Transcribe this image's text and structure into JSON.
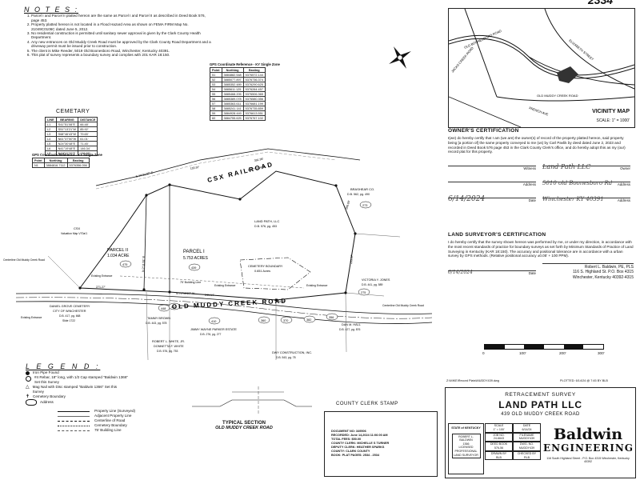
{
  "sheet_number": "2334",
  "notes": {
    "title": "N O T E S :",
    "items": [
      "Parcel I and Parcel II platted hereon are the same as Parcel I and Parcel II as described in Deed Book 576, page 453.",
      "Property platted hereon is not located in a Flood Hazard Area as shown on FEMA FIRM Map No. 21049C0106C dated June 5, 2012.",
      "No residential construction is permitted until sanitary sewer approval is given by the Clark County Health Department.",
      "Any new entrances on Old Muddy Creek Road must be approved by the Clark County Road Department and a driveway permit must be issued prior to construction.",
      "The client is Mike Reeder, 5019 Old Boonesboro Road, Winchester, Kentucky 40391.",
      "This plat of survey represents a boundary survey and complies with 201 KAR 18:150."
    ]
  },
  "cemetery": {
    "title": "CEMETARY",
    "headers": [
      "LINE",
      "BEARING",
      "DISTANCE"
    ],
    "rows": [
      [
        "L1",
        "S41°51'08\"E",
        "66.48'"
      ],
      [
        "L2",
        "S51°13'21\"W",
        "85.92'"
      ],
      [
        "L3",
        "S68°46'43\"W",
        "79.65'"
      ],
      [
        "L4",
        "N61°37'50\"W",
        "61.01'"
      ],
      [
        "L5",
        "N24°30'48\"E",
        "71.45'"
      ],
      [
        "L6",
        "N41°19'48\"E",
        "146.34'"
      ],
      [
        "L7",
        "N44°41'26\"E",
        "136.88'"
      ]
    ]
  },
  "gps_left": {
    "title": "GPS Coordinate Reference - KY Single Zone",
    "headers": [
      "Point",
      "Northing",
      "Easting"
    ],
    "rows": [
      [
        "N1",
        "3884816.7112",
        "5376356.056"
      ]
    ]
  },
  "gps_right": {
    "title": "GPS Coordinate Reference - KY Single Zone",
    "headers": [
      "Point",
      "Northing",
      "Easting"
    ],
    "rows": [
      [
        "51",
        "3884882.548",
        "5376572.144"
      ],
      [
        "52",
        "3885077.897",
        "5376736.374"
      ],
      [
        "53",
        "3885352.489",
        "5376290.625"
      ],
      [
        "54",
        "3885611.125",
        "5376284.457"
      ],
      [
        "55",
        "3885468.205",
        "5376506.365"
      ],
      [
        "56",
        "3885389.078",
        "5376580.356"
      ],
      [
        "57",
        "3885363.611",
        "5376681.199"
      ],
      [
        "58",
        "3885241.141",
        "5376735.859"
      ],
      [
        "59",
        "3884928.449",
        "5376613.551"
      ],
      [
        "60",
        "3884755.625",
        "5376767.102"
      ]
    ]
  },
  "map": {
    "railroad": "CSX RAILROAD",
    "road": "OLD MUDDY CREEK ROAD",
    "parcel1": "PARCEL I",
    "parcel1_area": "5.753 ACRES",
    "parcel2": "PARCEL II",
    "parcel2_area": "1.034 ACRE",
    "cemetery_boundary": "CEMETERY BOUNDARY",
    "cemetery_area": "0.651 Acres",
    "building_line": "75' Building Line",
    "owner_main": "LAND PATH, LLC",
    "owner_main_deed": "D.B. 576, pg. 453",
    "brashear": "BRASHEAR CO.",
    "brashear_deed": "D.B. 562, pg. 490",
    "brashear_id": "273",
    "csx": "CSX",
    "csx_sub": "Valuation Map V70a/1",
    "vestana": "VICTORIA Y. JONES",
    "vestana_deed": "D.B. 441, pg. 589",
    "vestana_id": "275",
    "danny": "DANIEL GROVE CEMETERY",
    "danny2": "CITY OF WINCHESTER",
    "danny_deed": "D.B. 417, pg. 668",
    "danny_slide": "Slide 1722",
    "tammy": "TAMMY BROWN",
    "tammy_deed": "D.B. 443, pg. 578",
    "tammy_id": "448",
    "robert": "ROBERT L. WHITE, JR.",
    "robert2": "DONNETTA F. WHITE",
    "robert_deed": "D.B. 576, pg. 753",
    "robert_id": "434",
    "jimmy": "JIMMY WAYNE PARKER ESTATE",
    "jimmy_deed": "D.B. 276, pg. 277",
    "jimmy_id": "360",
    "dan": "DAN M. HALL",
    "dan_deed": "D.B. 427, pg. 876",
    "dan_id": "356",
    "dwy": "DWY CONSTRUCTION, INC.",
    "dwy_deed": "D.B. 543, pg. 78",
    "id_410": "410",
    "id_370": "370",
    "id_382": "382",
    "id_439": "439",
    "id_475": "475",
    "centerline_left": "Centerline Old Muddy Creek Road",
    "centerline_right": "Centerline Old Muddy Creek Road",
    "entrance": "Existing Entrance",
    "dist1": "155.97'",
    "dist2": "391.99'",
    "dist3": "271.27'",
    "dist4": "241.14'",
    "dist5": "474.85'",
    "dist6": "233.57'",
    "dist7": "298.08'",
    "bearing1": "S 47°21'37\" E",
    "bearing2": "S 57°43'34\" E",
    "bearing3": "N 70°13'27\" W",
    "bearing4": "N 2°11'31\" E",
    "typical_title": "TYPICAL SECTION",
    "typical_sub": "OLD MUDDY CREEK ROAD"
  },
  "legend": {
    "title": "L E G E N D :",
    "items": [
      "Iron Pipe Found",
      "#4 Rebar, 18\" long, with 1/2 Cap stamped \"Baldwin 1366\" Set this Survey",
      "Mag Nail with Disc stamped \"Baldwin 1366\" Set this Survey",
      "Cemetery Boundary",
      "Address",
      "Property Line (Surveyed)",
      "Adjacent Property Line",
      "Centerline of Road",
      "Cemetery Boundary",
      "75' Building Line"
    ]
  },
  "vicinity": {
    "title": "VICINITY MAP",
    "scale": "SCALE: 1\" = 1000'",
    "roads": [
      "OLD BOONESBORO ROAD",
      "ELIZABETH STREET",
      "OLD MUDDY CREEK ROAD",
      "FRENCH AVE",
      "JACKS CREEK ROAD"
    ]
  },
  "owner_cert": {
    "title": "OWNER'S CERTIFICATION",
    "text": "I(we) do hereby certify that I am (we are) the owner(s) of record of the property platted hereon, said property being [a portion of] the same property conveyed to me (us) by Carl Pavlik by deed dated June 2, 2023 and recorded in Deed Book 576 page 453 in the Clark County Clerk's office, and do hereby adopt this as my (our) record plat for this property.",
    "witness_label": "Witness",
    "owner_label": "Owner",
    "address_label": "Address",
    "date_label": "Date",
    "owner_sig": "Land Path LLC",
    "owner_address": "5010 old Boonesboro Rd",
    "owner_city": "Winchester KY 40391",
    "date": "6/14/2024"
  },
  "surveyor_cert": {
    "title": "LAND SURVEYOR'S CERTIFICATION",
    "text": "I do hereby certify that the survey shown hereon was performed by me, or under my direction, in accordance with the most recent standards of practice for boundary surveys as set forth by Minimum Standards of Practice of Land Surveying in Kentucky (KAR 18:150). The accuracy and positional tolerance are in accordance with a urban survey by GPS methods. (Relative positional accuracy ±0.05' + 100 PPM).",
    "date": "6/14/2024",
    "date_label": "Date",
    "name": "Robert L. Baldwin, PE, PLS",
    "addr1": "116 S. Highland St. P.O. Box 4315",
    "addr2": "Winchester, Kentucky 40392-4315"
  },
  "scale_bar": [
    "0",
    "100'",
    "200'",
    "300'"
  ],
  "file_path": "Z:\\MIKE\\Record Plats\\MUDDY439.dwg",
  "plotted": "PLOTTED:   6/14/24 @ 7:45 BY BLB",
  "county_clerk": {
    "title": "COUNTY CLERK STAMP",
    "lines": [
      "DOCUMENT NO: 349506",
      "RECORDED: June 14,2024 11:06:00 AM",
      "TOTAL FEES: $50.00",
      "COUNTY CLERK: MICHELLE S TURNER",
      "DEPUTY CLERK: HEATHER SPARKS",
      "COUNTY: CLARK COUNTY",
      "BOOK: PLAT PAGES: 2534 - 2534"
    ]
  },
  "title_block": {
    "survey_type": "RETRACEMENT SURVEY",
    "client": "LAND PATH LLC",
    "address": "439 OLD MUDDY CREEK ROAD",
    "seal_state": "STATE of KENTUCKY",
    "seal_name": "ROBERT L. BALDWIN",
    "seal_no": "1366",
    "seal_lic": "LICENSED PROFESSIONAL LAND SURVEYOR",
    "scale_label": "SCALE",
    "scale": "1\" = 100'",
    "date_label": "DATE",
    "date": "6/14/24",
    "job_label": "JOB NO.",
    "job": "24-6643",
    "file_label": "FILENAME",
    "file": "MUDDY439",
    "deed_label": "DEED BOOK",
    "deed": "576-56",
    "dwg_label": "DWG. NO.",
    "dwg": "MUDDY439",
    "drawn_label": "DRAWN BY",
    "drawn": "BLB",
    "checked_label": "CHECKED BY",
    "checked": "RLB",
    "firm1": "Baldwin",
    "firm2": "ENGINEERING",
    "firm_addr": "116 South Highland Street - P.O. Box 4315  Winchester, Kentucky  40392"
  }
}
